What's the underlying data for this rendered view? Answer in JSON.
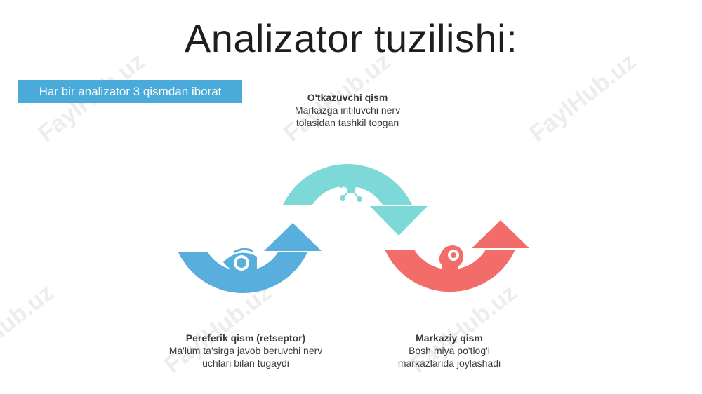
{
  "slide": {
    "title": "Analizator tuzilishi:",
    "subtitle": "Har bir analizator 3 qismdan iborat"
  },
  "parts": [
    {
      "heading": "O'tkazuvchi qism",
      "line1": "Markazga intiluvchi nerv",
      "line2": "tolasidan tashkil topgan",
      "color": "#7dd8d8",
      "icon": "neuron-icon"
    },
    {
      "heading": "Pereferik qism (retseptor)",
      "line1": "Ma'lum ta'sirga javob beruvchi nerv",
      "line2": "uchlari bilan tugaydi",
      "color": "#58aedd",
      "icon": "eye-icon"
    },
    {
      "heading": "Markaziy qism",
      "line1": "Bosh miya po'tlog'i",
      "line2": "markazlarida joylashadi",
      "color": "#f26d6a",
      "icon": "brain-head-icon"
    }
  ],
  "watermark": "FaylHub.uz"
}
